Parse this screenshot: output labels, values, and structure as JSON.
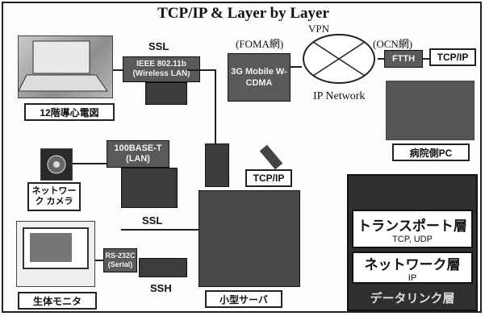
{
  "title": "TCP/IP & Layer by Layer",
  "left": {
    "ssl_top": "SSL",
    "wlan_box": "IEEE 802.11b (Wireless LAN)",
    "laptop_caption": "12階導心電図",
    "lan_box": "100BASE-T (LAN)",
    "camera_caption": "ネットワーク カメラ",
    "ssl_mid": "SSL",
    "rs232_box": "RS-232C (Serial)",
    "ssh": "SSH",
    "monitor_caption": "生体モニタ"
  },
  "center": {
    "foma_label": "(FOMA網)",
    "mobile_box": "3G Mobile W-CDMA",
    "tcpip_box": "TCP/IP",
    "server_caption": "小型サーバ"
  },
  "right": {
    "vpn": "VPN",
    "ocn_label": "(OCN網)",
    "ftth_box": "FTTH",
    "tcpip_box": "TCP/IP",
    "ip_network": "IP Network",
    "pc_caption": "病院側PC"
  },
  "legend": {
    "transport_title": "トランスポート層",
    "transport_sub": "TCP, UDP",
    "network_title": "ネットワーク層",
    "network_sub": "IP",
    "datalink_title": "データリンク層"
  }
}
